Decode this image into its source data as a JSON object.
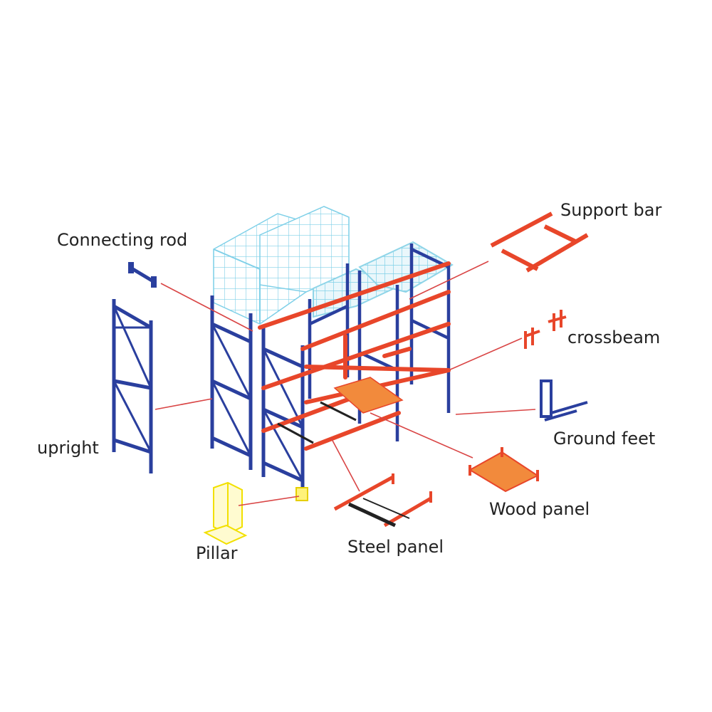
{
  "labels": {
    "connecting_rod": "Connecting rod",
    "support_bar": "Support bar",
    "crossbeam": "crossbeam",
    "ground_feet": "Ground feet",
    "upright": "upright",
    "wood_panel": "Wood panel",
    "pillar": "Pillar",
    "steel_panel": "Steel panel"
  },
  "colors": {
    "upright": "#2a3f9e",
    "beam": "#e8462a",
    "panel": "#f28a3c",
    "pillar": "#f2e000",
    "boxes": "#7fd0e8",
    "leader": "#d94545"
  }
}
